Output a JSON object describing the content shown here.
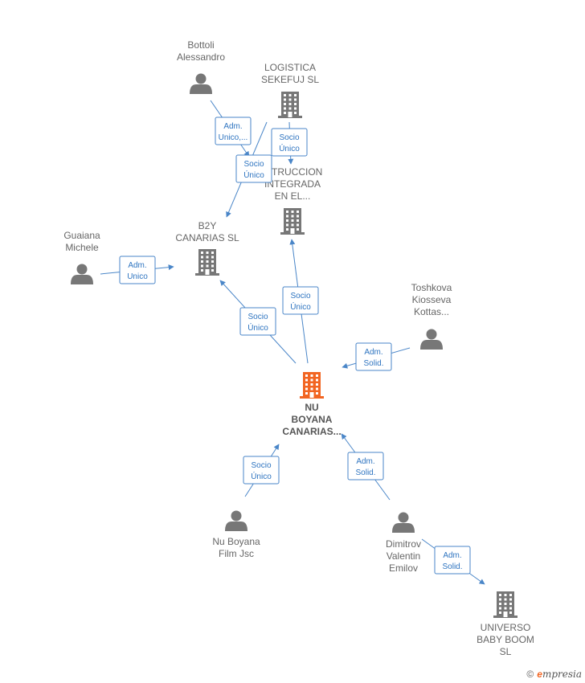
{
  "nodes": {
    "bottoli": {
      "type": "person",
      "lines": [
        "Bottoli",
        "Alessandro"
      ]
    },
    "logistica": {
      "type": "company",
      "lines": [
        "LOGISTICA",
        "SEKEFUJ  SL"
      ]
    },
    "construccion": {
      "type": "company",
      "lines": [
        "ISTRUCCION",
        "INTEGRADA",
        "EN EL..."
      ]
    },
    "b2y": {
      "type": "company",
      "lines": [
        "B2Y",
        "CANARIAS  SL"
      ]
    },
    "guaiana": {
      "type": "person",
      "lines": [
        "Guaiana",
        "Michele"
      ]
    },
    "toshkova": {
      "type": "person",
      "lines": [
        "Toshkova",
        "Kiosseva",
        "Kottas..."
      ]
    },
    "nu_boyana": {
      "type": "company",
      "highlight": true,
      "lines": [
        "NU",
        "BOYANA",
        "CANARIAS..."
      ]
    },
    "nu_film": {
      "type": "person",
      "lines": [
        "Nu Boyana",
        "Film Jsc"
      ]
    },
    "dimitrov": {
      "type": "person",
      "lines": [
        "Dimitrov",
        "Valentin",
        "Emilov"
      ]
    },
    "universo": {
      "type": "company",
      "lines": [
        "UNIVERSO",
        "BABY BOOM",
        "SL"
      ]
    }
  },
  "edges": [
    {
      "from": "bottoli",
      "to": "b2y",
      "label": [
        "Adm.",
        "Unico,..."
      ]
    },
    {
      "from": "logistica",
      "to": "construccion",
      "label": [
        "Socio",
        "Único"
      ]
    },
    {
      "from": "logistica",
      "to": "b2y",
      "label": [
        "Socio",
        "Único"
      ]
    },
    {
      "from": "guaiana",
      "to": "b2y",
      "label": [
        "Adm.",
        "Unico"
      ]
    },
    {
      "from": "nu_boyana",
      "to": "construccion",
      "label": [
        "Socio",
        "Único"
      ]
    },
    {
      "from": "nu_boyana",
      "to": "b2y",
      "label": [
        "Socio",
        "Único"
      ]
    },
    {
      "from": "toshkova",
      "to": "nu_boyana",
      "label": [
        "Adm.",
        "Solid."
      ]
    },
    {
      "from": "nu_film",
      "to": "nu_boyana",
      "label": [
        "Socio",
        "Único"
      ]
    },
    {
      "from": "dimitrov",
      "to": "nu_boyana",
      "label": [
        "Adm.",
        "Solid."
      ]
    },
    {
      "from": "dimitrov",
      "to": "universo",
      "label": [
        "Adm.",
        "Solid."
      ]
    }
  ],
  "colors": {
    "edge": "#4a86c8",
    "icon": "#777777",
    "highlight": "#f26522"
  },
  "footer": {
    "copyright": "©",
    "brand_initial": "e",
    "brand_rest": "mpresia"
  }
}
